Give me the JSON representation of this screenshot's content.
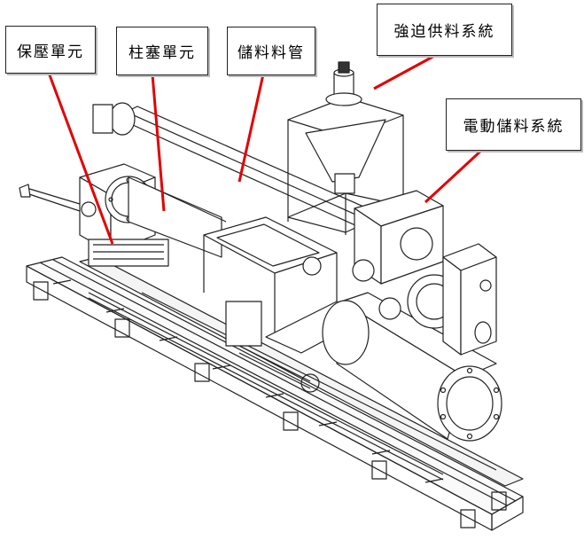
{
  "labels": {
    "holding_unit": "保壓單元",
    "plunger_unit": "柱塞單元",
    "storage_tube": "儲料料管",
    "forced_feed_system": "強迫供料系統",
    "electric_storage_system": "電動儲料系統"
  },
  "colors": {
    "line": "#222222",
    "pointer": "#e30000",
    "background": "#ffffff"
  }
}
